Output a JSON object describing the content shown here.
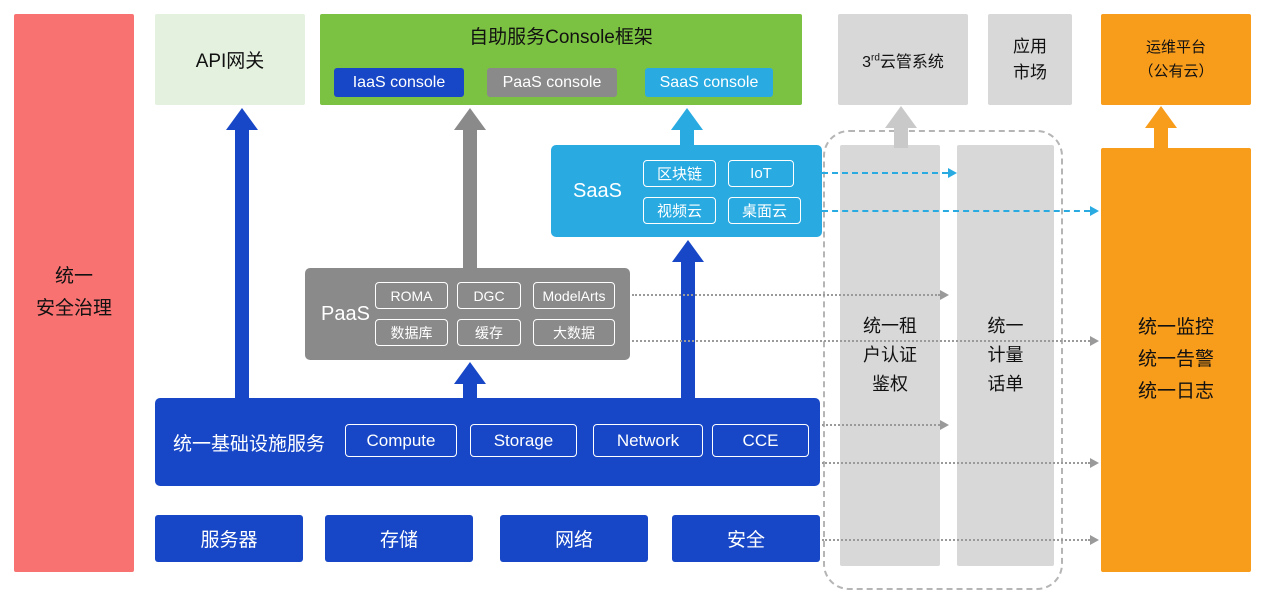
{
  "palette": {
    "red": "#F97272",
    "light_green": "#E4F1DF",
    "green": "#7CC242",
    "blue": "#1747C6",
    "cyan": "#29ABE2",
    "dark_gray": "#8A8A8A",
    "light_gray": "#D8D8D8",
    "orange": "#F89C1C"
  },
  "security_bar": {
    "line1": "统一",
    "line2": "安全治理"
  },
  "api_gateway": {
    "label": "API网关"
  },
  "console_framework": {
    "title": "自助服务Console框架",
    "iaas": "IaaS console",
    "paas": "PaaS console",
    "saas": "SaaS console"
  },
  "third_cloud": {
    "num": "3",
    "sup": "rd",
    "label": "云管系统"
  },
  "app_market": {
    "line1": "应用",
    "line2": "市场"
  },
  "om_platform": {
    "line1": "运维平台",
    "line2": "（公有云）"
  },
  "saas_box": {
    "label": "SaaS",
    "items": [
      "区块链",
      "IoT",
      "视频云",
      "桌面云"
    ]
  },
  "paas_box": {
    "label": "PaaS",
    "items": [
      "ROMA",
      "DGC",
      "ModelArts",
      "数据库",
      "缓存",
      "大数据"
    ]
  },
  "infra_box": {
    "label": "统一基础设施服务",
    "items": [
      "Compute",
      "Storage",
      "Network",
      "CCE"
    ]
  },
  "hardware_row": [
    "服务器",
    "存储",
    "网络",
    "安全"
  ],
  "auth_bar": {
    "line1": "统一租",
    "line2": "户认证",
    "line3": "鉴权"
  },
  "metering_bar": {
    "line1": "统一",
    "line2": "计量",
    "line3": "话单"
  },
  "monitor_bar": {
    "line1": "统一监控",
    "line2": "统一告警",
    "line3": "统一日志"
  }
}
